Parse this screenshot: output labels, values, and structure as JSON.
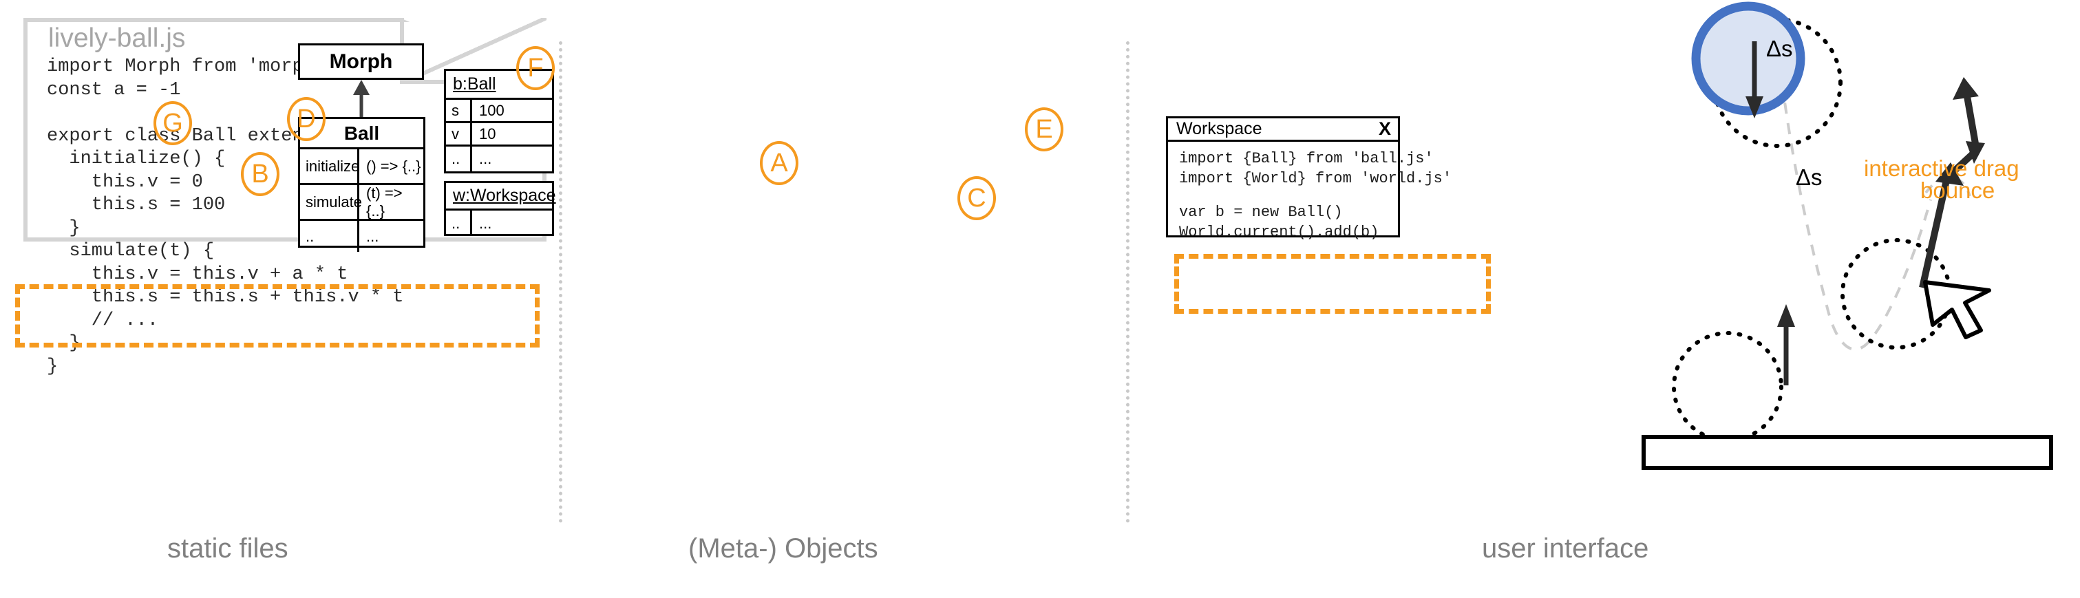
{
  "columns": [
    {
      "caption": "static files"
    },
    {
      "caption": "(Meta-) Objects"
    },
    {
      "caption": "user interface"
    }
  ],
  "static_files": {
    "file_title": "lively-ball.js",
    "code_before": "import Morph from 'morph.js'\nconst a = -1\n\nexport class Ball extends Morph {\n  initialize() {\n    this.v = 0\n    this.s = 100\n  }\n  simulate(t) {\n    this.v = this.v + a * t\n    this.s = this.s + this.v * t\n    // ...\n  }\n}",
    "markers": {
      "G": "G",
      "B": "B"
    }
  },
  "meta_objects": {
    "morph_class": {
      "name": "Morph"
    },
    "ball_class": {
      "name": "Ball",
      "rows": [
        {
          "key": "initialize",
          "value": "() => {..}"
        },
        {
          "key": "simulate",
          "value": "(t) => {..}"
        },
        {
          "key": "..",
          "value": "..."
        }
      ]
    },
    "ball_instance": {
      "name": "b:Ball",
      "rows": [
        {
          "key": "s",
          "value": "100"
        },
        {
          "key": "v",
          "value": "10"
        },
        {
          "key": "..",
          "value": "..."
        }
      ]
    },
    "workspace_instance": {
      "name": "w:Workspace",
      "rows": [
        {
          "key": "..",
          "value": "..."
        }
      ]
    },
    "markers": {
      "D": "D",
      "F": "F"
    }
  },
  "user_interface": {
    "workspace_window": {
      "title": "Workspace",
      "close_label": "X",
      "code_imports": "import {Ball} from 'ball.js'\nimport {World} from 'world.js'",
      "code_highlighted": "var b = new Ball()\nWorld.current().add(b)"
    },
    "scene": {
      "delta_top_label": "Δs",
      "delta_bottom_label": "Δs",
      "interactive_drag_label": "interactive drag",
      "bounce_label": "bounce"
    },
    "markers": {
      "A": "A",
      "C": "C",
      "E": "E"
    }
  },
  "colors": {
    "accent_orange": "#f59a1f",
    "ball_fill": "#dae3f3",
    "ball_stroke": "#4472c4",
    "muted_gray": "#808080",
    "paper_border": "#d4d4d4"
  }
}
